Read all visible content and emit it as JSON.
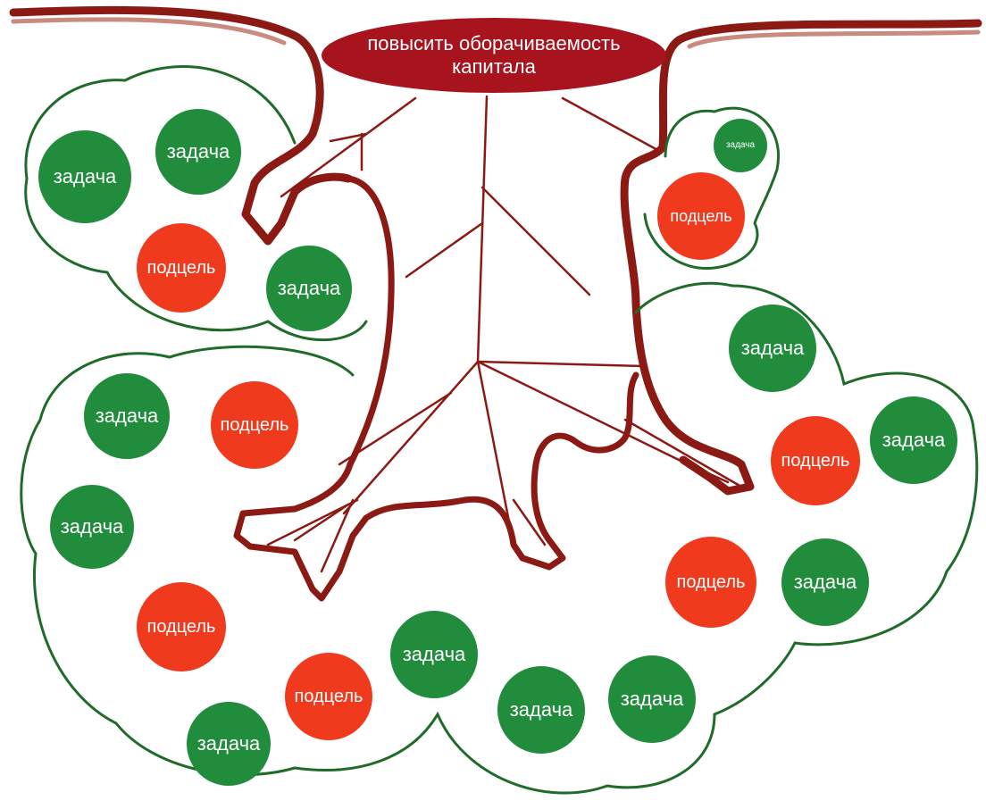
{
  "goal": {
    "label": "повысить оборачиваемость капитала"
  },
  "colors": {
    "task": "#208c3c",
    "subgoal": "#ef3a1e",
    "goal": "#a8141e",
    "trunk": "#8c1a14",
    "cloud": "#1f6b2a"
  },
  "nodes": [
    {
      "kind": "task",
      "label": "задача"
    },
    {
      "kind": "task",
      "label": "задача"
    },
    {
      "kind": "subgoal",
      "label": "подцель"
    },
    {
      "kind": "task",
      "label": "задача"
    },
    {
      "kind": "task",
      "label": "задача"
    },
    {
      "kind": "subgoal",
      "label": "подцель"
    },
    {
      "kind": "task",
      "label": "задача"
    },
    {
      "kind": "subgoal",
      "label": "подцель"
    },
    {
      "kind": "task",
      "label": "задача"
    },
    {
      "kind": "subgoal",
      "label": "подцель"
    },
    {
      "kind": "task",
      "label": "задача"
    },
    {
      "kind": "task",
      "label": "задача"
    },
    {
      "kind": "task",
      "label": "задача"
    },
    {
      "kind": "task",
      "label": "задача"
    },
    {
      "kind": "subgoal",
      "label": "подцель"
    },
    {
      "kind": "task",
      "label": "задача"
    },
    {
      "kind": "subgoal",
      "label": "подцель"
    },
    {
      "kind": "task",
      "label": "задача"
    },
    {
      "kind": "subgoal",
      "label": "подцель"
    },
    {
      "kind": "task",
      "label": "задача"
    }
  ]
}
